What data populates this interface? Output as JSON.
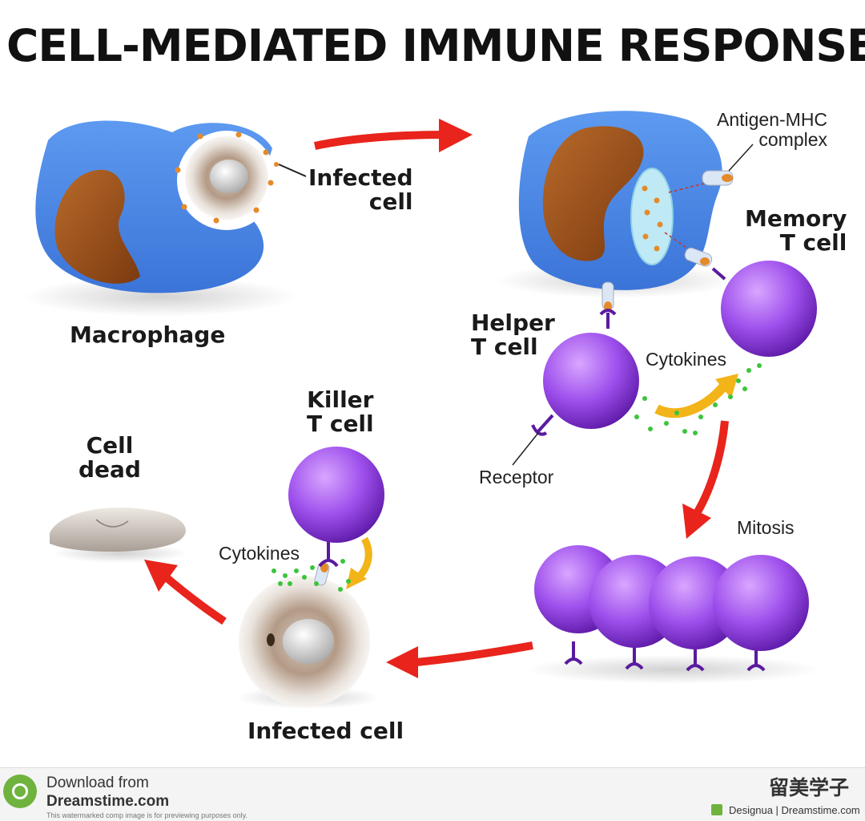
{
  "title": "CELL-MEDIATED IMMUNE RESPONSE",
  "labels": {
    "infected_cell_top": "Infected\ncell",
    "macrophage": "Macrophage",
    "antigen_mhc": "Antigen-MHC\ncomplex",
    "memory_t_cell": "Memory\nT cell",
    "helper_t_cell": "Helper\nT cell",
    "cytokines_right": "Cytokines",
    "receptor": "Receptor",
    "mitosis": "Mitosis",
    "killer_t_cell": "Killer\nT cell",
    "cell_dead": "Cell\ndead",
    "cytokines_left": "Cytokines",
    "infected_cell_bottom": "Infected cell"
  },
  "footer": {
    "download_from": "Download from",
    "site": "Dreamstime.com",
    "notice": "This watermarked comp image is for previewing purposes only.",
    "watermark": "留美学子",
    "credit": "Designua | Dreamstime.com"
  },
  "colors": {
    "macrophage_blue": "#4d8be6",
    "nucleus_brown": "#a0521a",
    "t_cell_purple": "#9b4dea",
    "arrow_red": "#e8241c",
    "cytokine_green": "#3cc43c",
    "cytokine_arrow_yellow": "#f2b418"
  }
}
